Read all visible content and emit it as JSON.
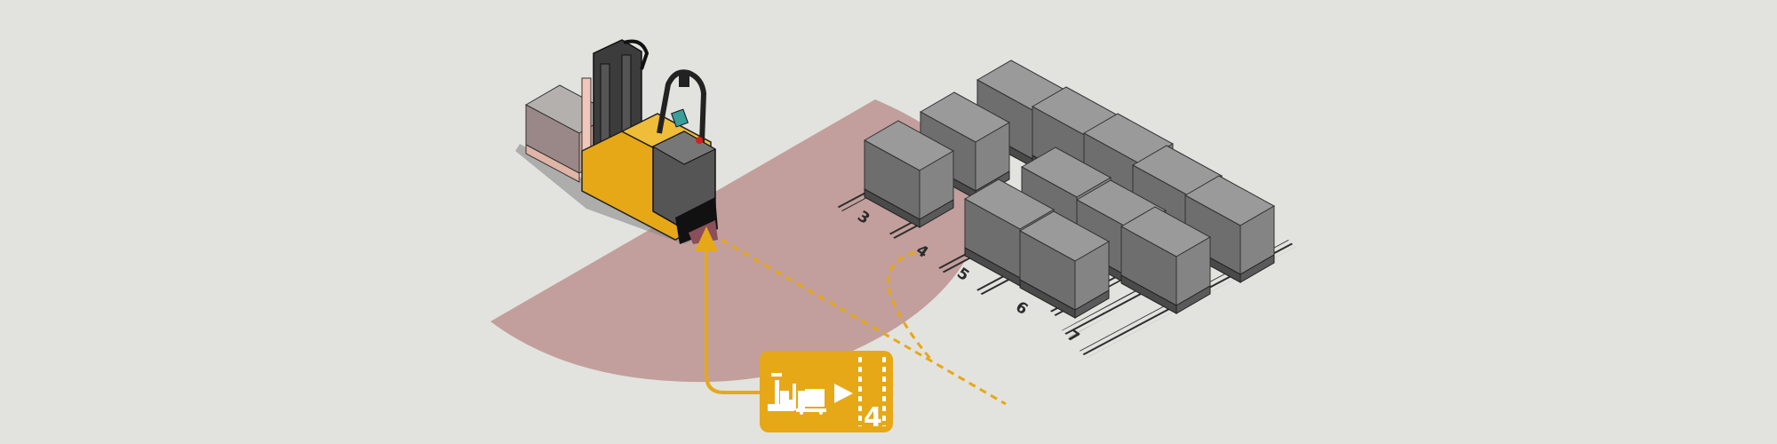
{
  "colors": {
    "background": "#e2e2de",
    "safety_zone": "#c29f9c",
    "route": "#e6a817",
    "pallet_box": "#7a7a7a",
    "vehicle_body": "#e6a817"
  },
  "lanes": [
    {
      "label": "3"
    },
    {
      "label": "4"
    },
    {
      "label": "5"
    },
    {
      "label": "6"
    },
    {
      "label": "7"
    }
  ],
  "badge": {
    "lane_number": "4",
    "icon": "agv-with-load-to-lane-icon"
  }
}
